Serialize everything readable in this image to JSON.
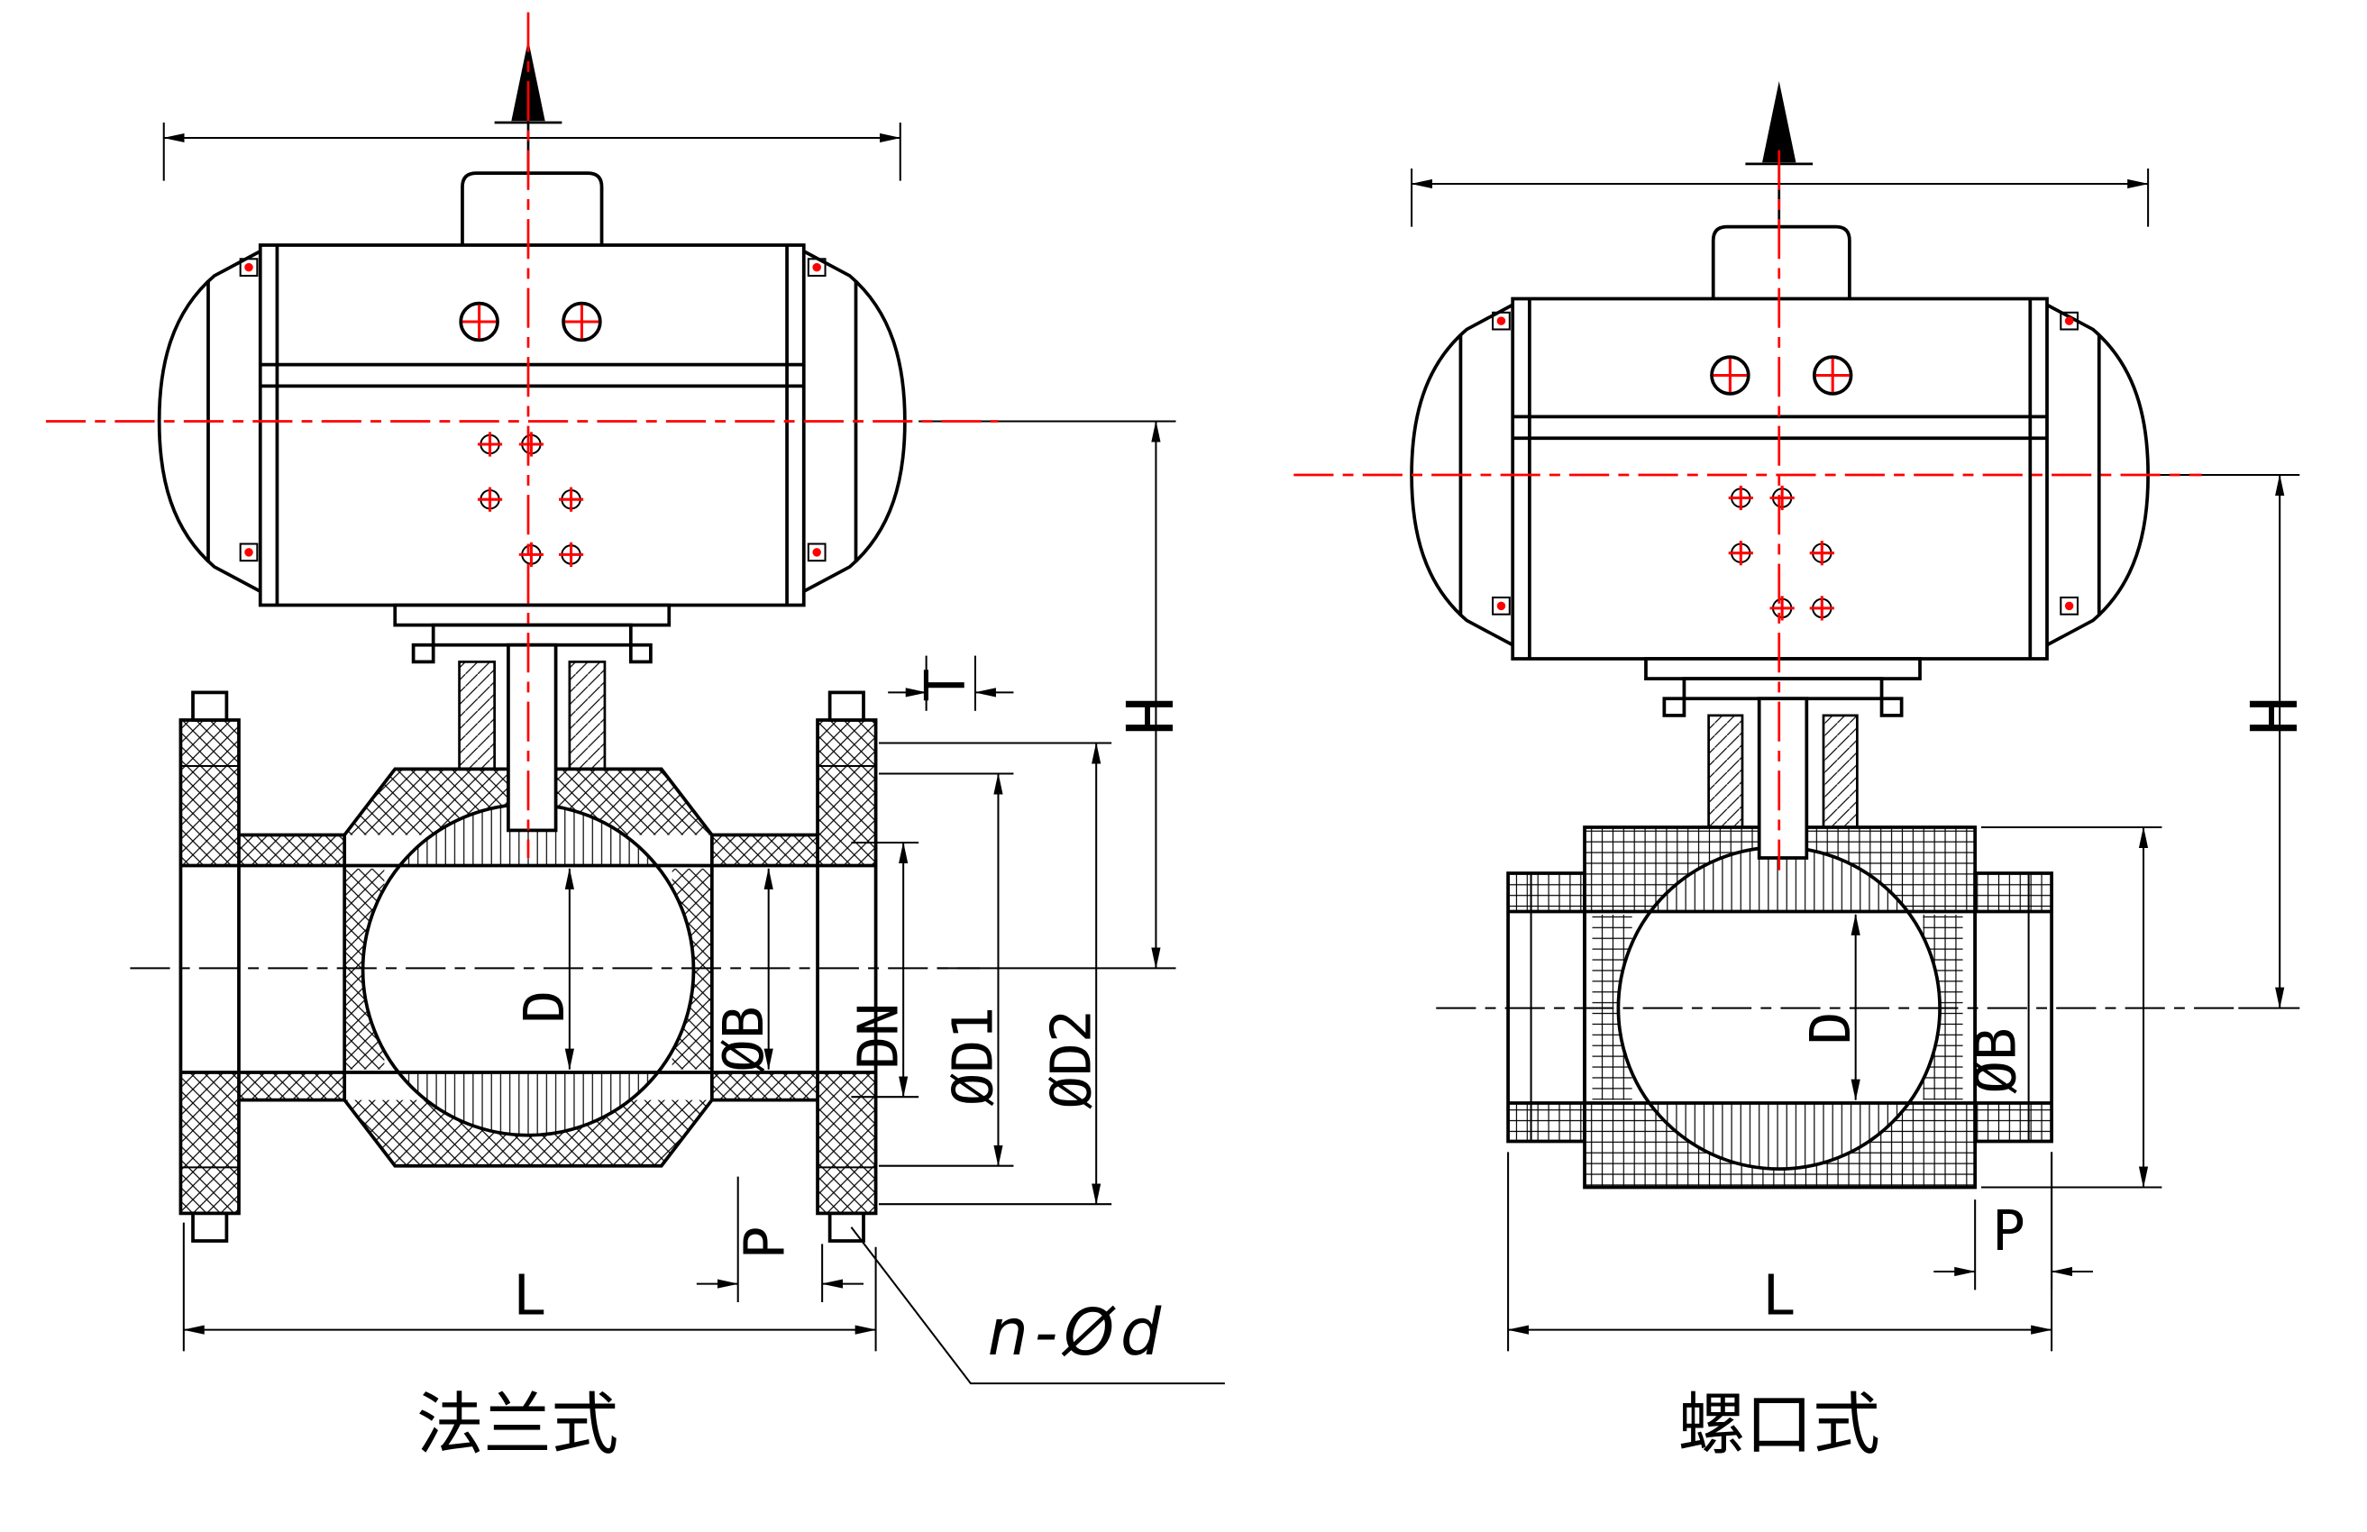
{
  "colors": {
    "centerline_red": "#ff0000",
    "line_black": "#000000",
    "background": "#ffffff"
  },
  "left_view": {
    "caption": "法兰式",
    "labels": {
      "t": "T",
      "h": "H",
      "d": "D",
      "dn": "DN",
      "phi_b": "ØB",
      "phi_d1": "ØD1",
      "phi_d2": "ØD2",
      "p": "P",
      "l": "L",
      "n_phi_d": "n-Ød"
    }
  },
  "right_view": {
    "caption": "螺口式",
    "labels": {
      "h": "H",
      "d": "D",
      "phi_b": "ØB",
      "p": "P",
      "l": "L"
    }
  }
}
